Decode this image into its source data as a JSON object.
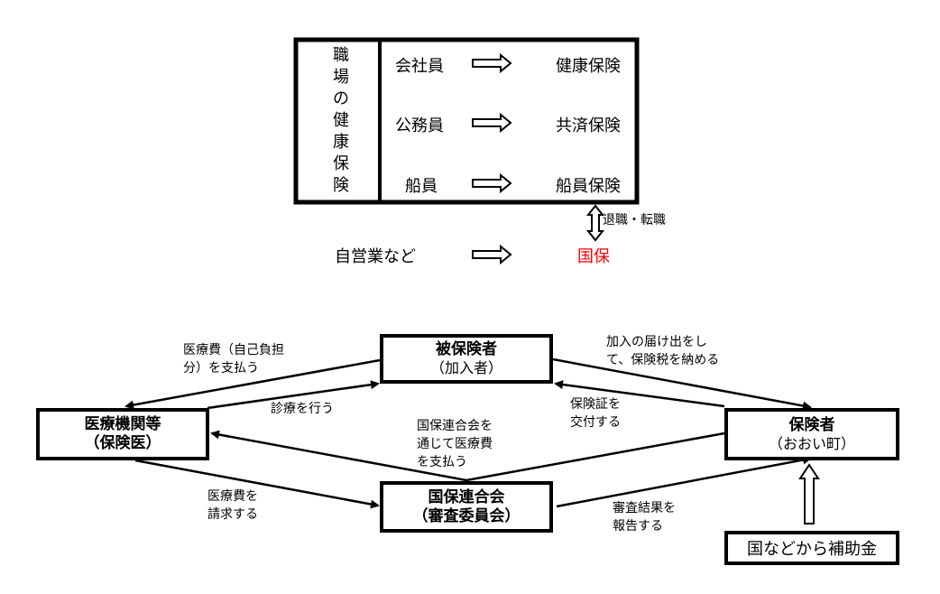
{
  "workplace": {
    "title": "職場の健康保険",
    "rows": [
      {
        "who": "会社員",
        "insurance": "健康保険"
      },
      {
        "who": "公務員",
        "insurance": "共済保険"
      },
      {
        "who": "船員",
        "insurance": "船員保険"
      }
    ],
    "transfer_label": "退職・転職",
    "self_employed": "自営業など",
    "national": "国保",
    "national_color": "#ff0000"
  },
  "flow": {
    "insured": {
      "title": "被保険者",
      "sub": "（加入者）"
    },
    "medical": {
      "title": "医療機関等",
      "sub": "（保険医）"
    },
    "federation": {
      "title": "国保連合会",
      "sub": "（審査委員会）"
    },
    "insurer": {
      "title": "保険者",
      "sub": "（おおい町）"
    },
    "subsidy": "国などから補助金",
    "labels": {
      "pay_self": [
        "医療費（自己負担",
        "分）を支払う"
      ],
      "treat": "診療を行う",
      "enroll": [
        "加入の届け出をし",
        "て、保険税を納める"
      ],
      "card": [
        "保険証を",
        "交付する"
      ],
      "pay_via": [
        "国保連合会を",
        "通じて医療費",
        "を支払う"
      ],
      "claim": [
        "医療費を",
        "請求する"
      ],
      "report": [
        "審査結果を",
        "報告する"
      ]
    }
  }
}
